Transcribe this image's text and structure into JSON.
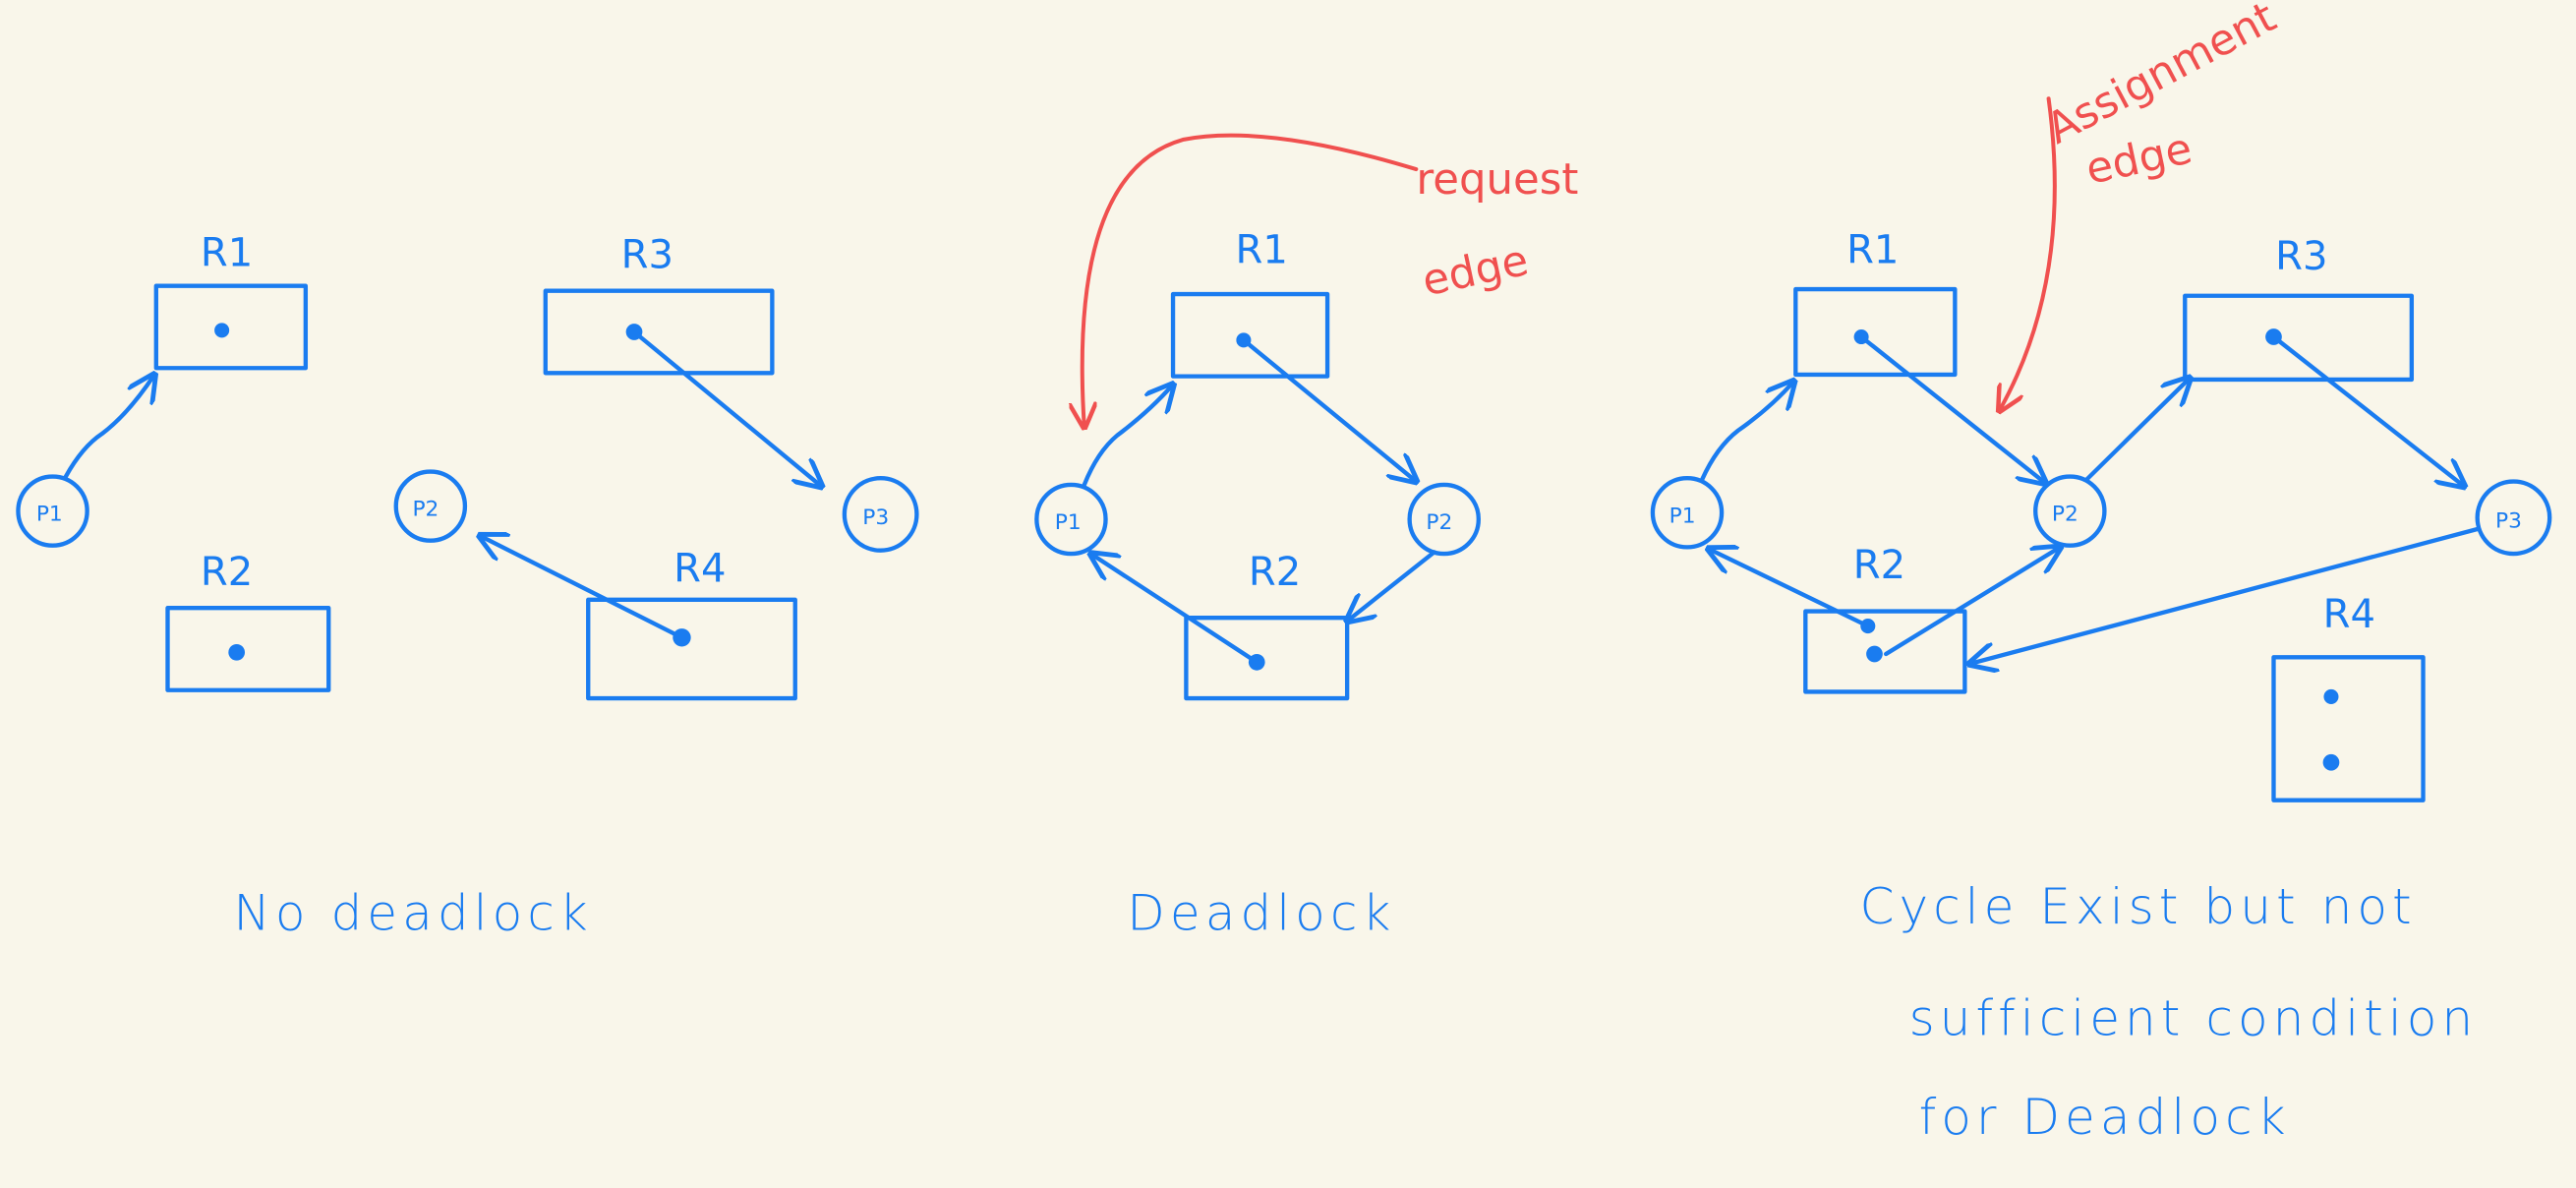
{
  "colors": {
    "background": "#f9f6ea",
    "ink": "#1a7cf0",
    "annotation": "#f0504f"
  },
  "diagrams": [
    {
      "resources": [
        "R1",
        "R2",
        "R3",
        "R4"
      ],
      "processes": [
        "P1",
        "P2",
        "P3"
      ],
      "caption": "No deadlock"
    },
    {
      "resources": [
        "R1",
        "R2"
      ],
      "processes": [
        "P1",
        "P2"
      ],
      "caption": "Deadlock",
      "annotation": {
        "line1": "request",
        "line2": "edge"
      }
    },
    {
      "resources": [
        "R1",
        "R2",
        "R3",
        "R4"
      ],
      "processes": [
        "P1",
        "P2",
        "P3"
      ],
      "caption": [
        "Cycle Exist  but not",
        "sufficient  condition",
        "for Deadlock"
      ],
      "annotation": {
        "line1": "Assignment",
        "line2": "edge"
      }
    }
  ]
}
